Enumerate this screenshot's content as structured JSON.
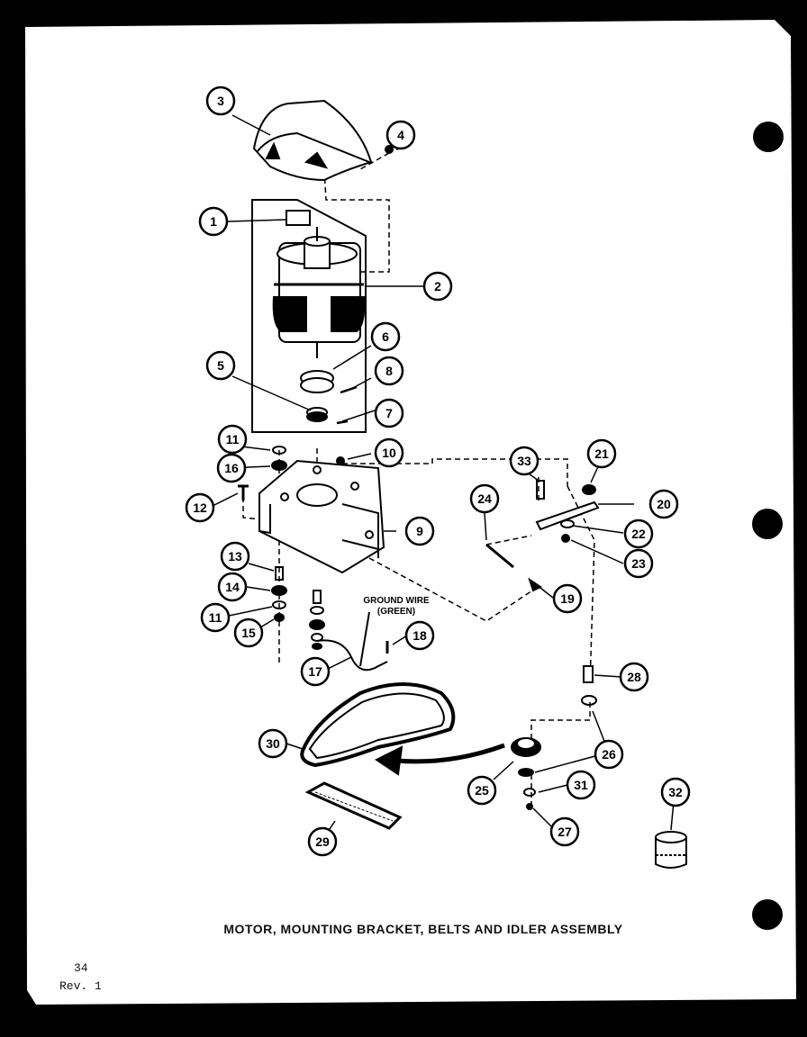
{
  "title": "MOTOR, MOUNTING BRACKET, BELTS AND IDLER ASSEMBLY",
  "page_number": "34",
  "revision": "Rev. 1",
  "ground_wire_label": [
    "GROUND WIRE",
    "(GREEN)"
  ],
  "callouts": [
    "1",
    "2",
    "3",
    "4",
    "5",
    "6",
    "7",
    "8",
    "9",
    "10",
    "11",
    "12",
    "13",
    "14",
    "15",
    "16",
    "17",
    "18",
    "19",
    "20",
    "21",
    "22",
    "23",
    "24",
    "25",
    "26",
    "27",
    "28",
    "29",
    "30",
    "31",
    "32",
    "33",
    "11"
  ]
}
